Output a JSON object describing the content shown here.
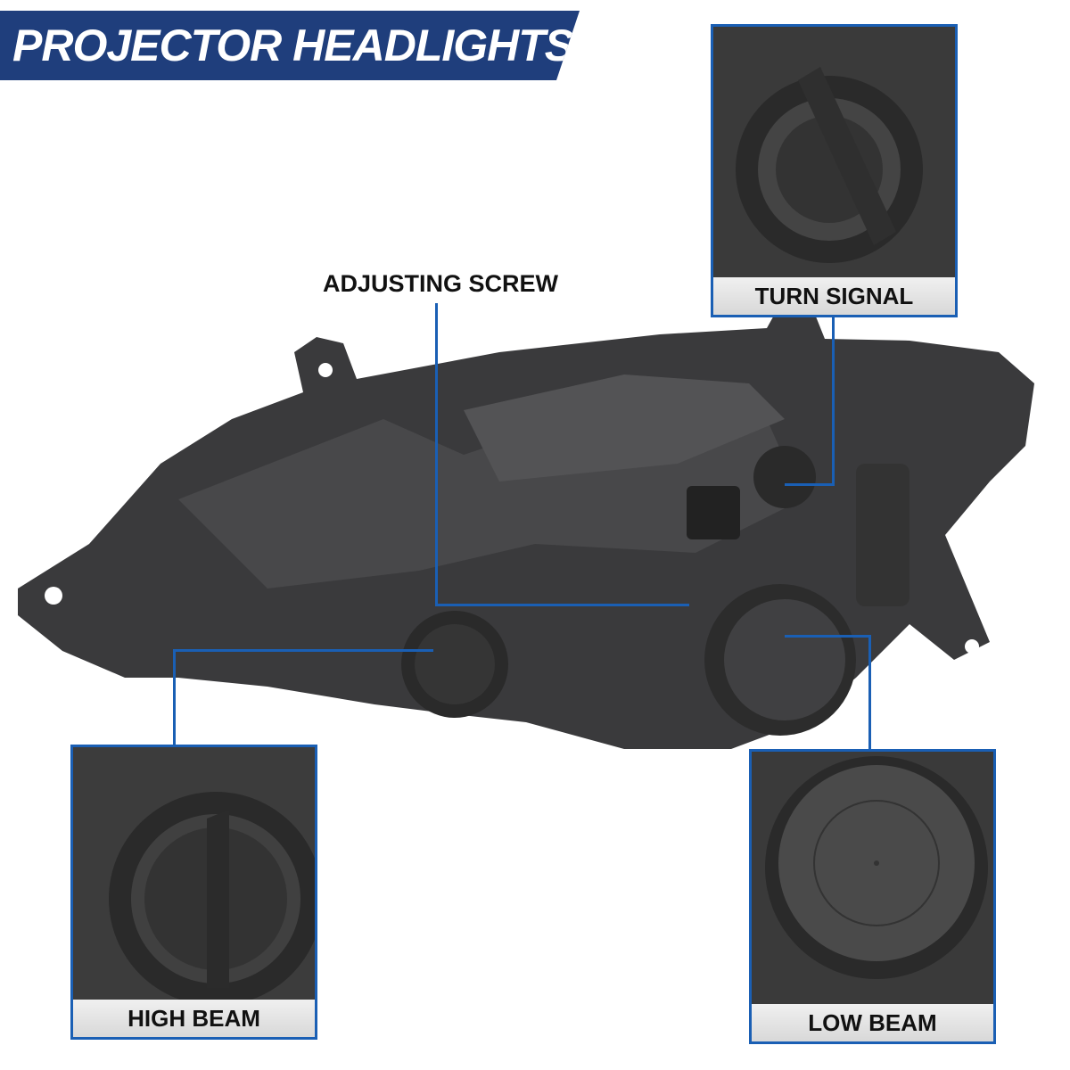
{
  "banner": {
    "title": "PROJECTOR HEADLIGHTS"
  },
  "callouts": {
    "adjusting_screw": "ADJUSTING SCREW",
    "turn_signal": "TURN SIGNAL",
    "high_beam": "HIGH BEAM",
    "low_beam": "LOW BEAM"
  },
  "colors": {
    "banner": "#1f3e7c",
    "callout_line": "#1a5fb4"
  }
}
